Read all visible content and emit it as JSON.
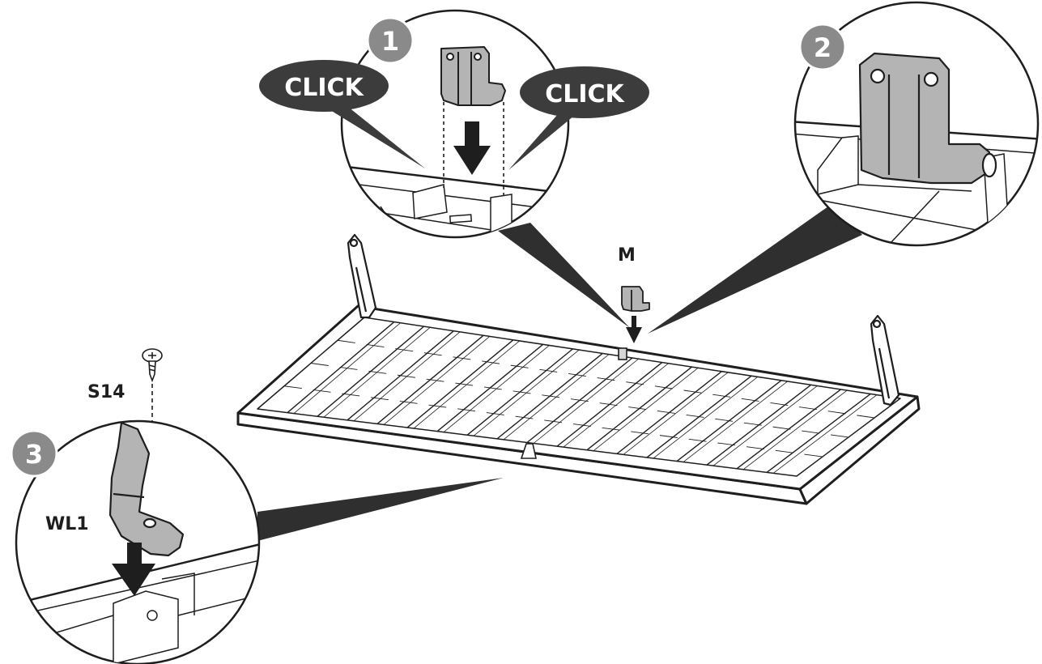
{
  "callouts": {
    "click_left": "CLICK",
    "click_right": "CLICK"
  },
  "steps": {
    "step1": "1",
    "step2": "2",
    "step3": "3"
  },
  "parts": {
    "bracket": "M",
    "screw": "S14",
    "clip": "WL1"
  },
  "colors": {
    "line": "#1e1e1e",
    "bubble": "#3c3c3c",
    "step_badge": "#8a8a8a",
    "part_fill": "#b4b4b4",
    "wedge": "#2f2f2f"
  }
}
